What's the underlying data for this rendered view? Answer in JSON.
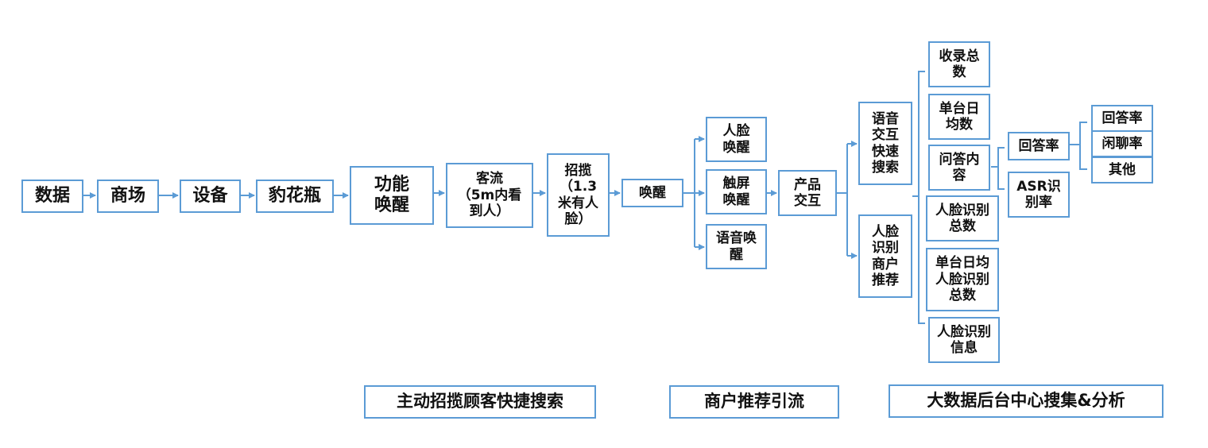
{
  "flow": {
    "data": "数据",
    "mall": "商场",
    "device": "设备",
    "bottle": "豹花瓶",
    "func_wake": "功能\n唤醒",
    "traffic": "客流\n（5m内看\n到人）",
    "solicit": "招揽\n（1.3\n米有人\n脸）",
    "wake": "唤醒",
    "face_wake": "人脸\n唤醒",
    "touch_wake": "触屏\n唤醒",
    "voice_wake": "语音唤\n醒",
    "product": "产品\n交互",
    "voice_search": "语音\n交互\n快速\n搜索",
    "face_recommend": "人脸\n识别\n商户\n推荐",
    "total_records": "收录总\n数",
    "daily_avg": "单台日\n均数",
    "qa_content": "问答内\n容",
    "face_total": "人脸识别\n总数",
    "daily_face": "单台日均\n人脸识别\n总数",
    "face_info": "人脸识别\n信息",
    "answer_rate": "回答率",
    "asr_rate": "ASR识\n别率",
    "answer_rate2": "回答率",
    "chat_rate": "闲聊率",
    "other": "其他"
  },
  "captions": {
    "left": "主动招揽顾客快捷搜索",
    "middle": "商户推荐引流",
    "right": "大数据后台中心搜集&分析"
  },
  "colors": {
    "border": "#5b9bd5",
    "line": "#5b9bd5",
    "text": "#111111"
  }
}
